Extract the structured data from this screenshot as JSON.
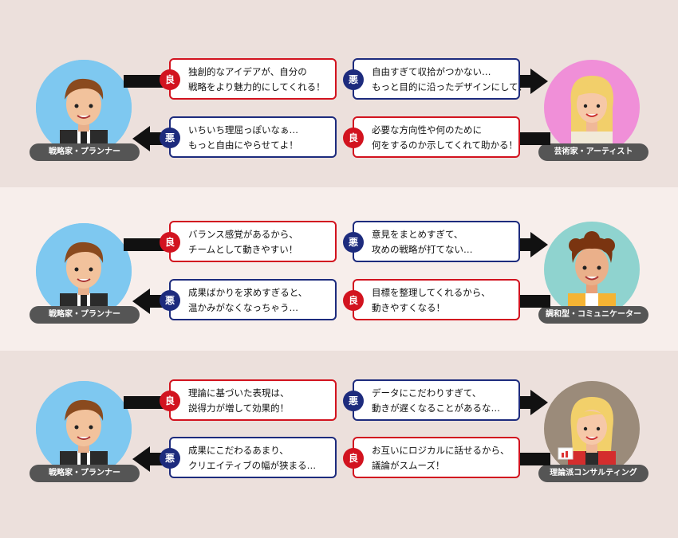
{
  "badges": {
    "good": "良",
    "bad": "悪"
  },
  "sections": [
    {
      "left_label": "戦略家・プランナー",
      "right_label": "芸術家・アーティスト",
      "top_left": [
        "独創的なアイデアが、自分の",
        "戦略をより魅力的にしてくれる！"
      ],
      "top_right": [
        "自由すぎて収拾がつかない…",
        "もっと目的に沿ったデザインにして！"
      ],
      "bottom_left": [
        "いちいち理屈っぽいなぁ…",
        "もっと自由にやらせてよ！"
      ],
      "bottom_right": [
        "必要な方向性や何のために",
        "何をするのか示してくれて助かる！"
      ]
    },
    {
      "left_label": "戦略家・プランナー",
      "right_label": "調和型・コミュニケーター",
      "top_left": [
        "バランス感覚があるから、",
        "チームとして動きやすい！"
      ],
      "top_right": [
        "意見をまとめすぎて、",
        "攻めの戦略が打てない…"
      ],
      "bottom_left": [
        "成果ばかりを求めすぎると、",
        "温かみがなくなっちゃう…"
      ],
      "bottom_right": [
        "目標を整理してくれるから、",
        "動きやすくなる！"
      ]
    },
    {
      "left_label": "戦略家・プランナー",
      "right_label": "理論派コンサルティング",
      "top_left": [
        "理論に基づいた表現は、",
        "説得力が増して効果的！"
      ],
      "top_right": [
        "データにこだわりすぎて、",
        "動きが遅くなることがあるな…"
      ],
      "bottom_left": [
        "成果にこだわるあまり、",
        "クリエイティブの幅が狭まる…"
      ],
      "bottom_right": [
        "お互いにロジカルに話せるから、",
        "議論がスムーズ！"
      ]
    }
  ],
  "colors": {
    "good": "#d2131f",
    "bad": "#1d2b7d",
    "avatar_left_bg": "#7ec8f0",
    "avatar_artist_bg": "#f08fd8",
    "avatar_comm_bg": "#8fd3cf",
    "avatar_consult_bg": "#9b8b7a"
  }
}
